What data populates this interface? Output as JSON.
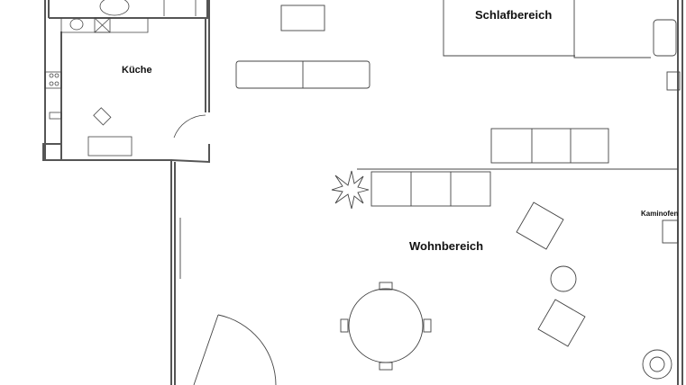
{
  "rooms": {
    "kitchen": "Küche",
    "bedroom": "Schlafbereich",
    "living": "Wohnbereich",
    "stove": "Kaminofen"
  },
  "colors": {
    "wall": "#555555",
    "line": "#333333"
  }
}
